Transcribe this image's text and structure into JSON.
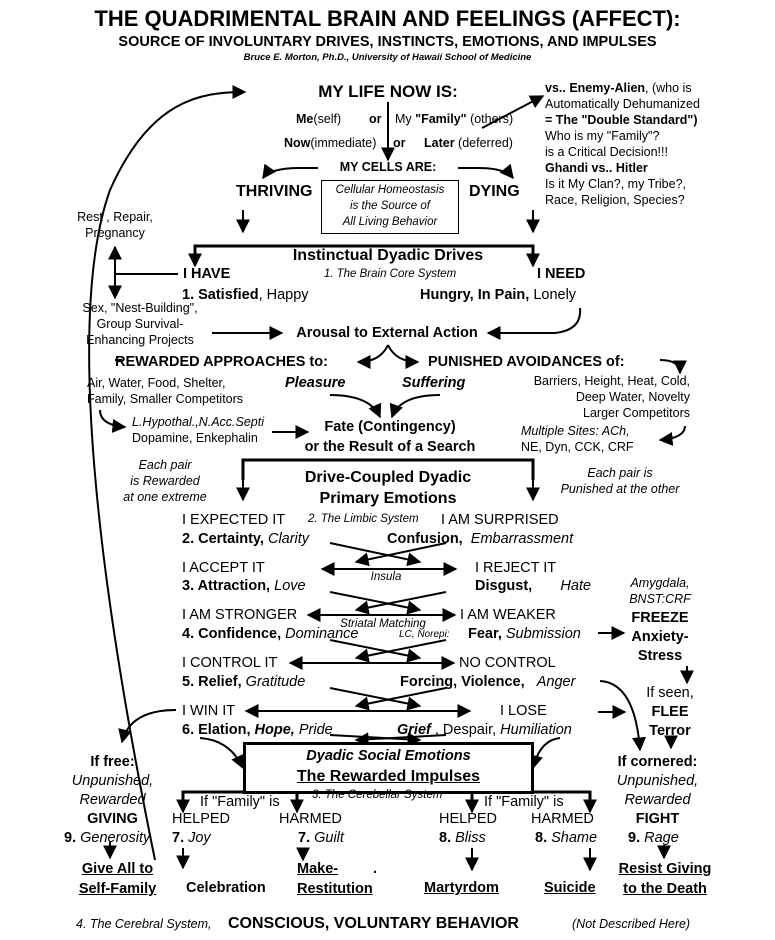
{
  "header": {
    "title": "THE QUADRIMENTAL BRAIN AND FEELINGS (AFFECT):",
    "subtitle": "SOURCE OF INVOLUNTARY DRIVES, INSTINCTS, EMOTIONS, AND IMPULSES",
    "author": "Bruce E. Morton, Ph.D., University of Hawaii School of Medicine"
  },
  "top": {
    "life_now": "MY LIFE NOW IS:",
    "me": "Me",
    "self": "(self)",
    "or1": "or",
    "my": "My ",
    "family": "\"Family\"",
    "others": " (others)",
    "now": "Now",
    "immediate": "(immediate)",
    "or2": "or",
    "later": "Later",
    "deferred": " (deferred)",
    "cells": "MY CELLS ARE:",
    "thriving": "THRIVING",
    "dying": "DYING",
    "homeo1": "Cellular Homeostasis",
    "homeo2": "is the Source of",
    "homeo3": "All Living Behavior"
  },
  "enemy": {
    "l1a": "vs.. Enemy-Alien",
    "l1b": ", (who is",
    "l2": "Automatically Dehumanized",
    "l3": "= The \"Double Standard\")",
    "l4": "Who is my \"Family\"?",
    "l5": "is a Critical Decision!!!",
    "l6": "Ghandi vs.. Hitler",
    "l7": "Is it My Clan?, my Tribe?,",
    "l8": "Race, Religion, Species?"
  },
  "drives": {
    "rest1": "Rest , Repair,",
    "rest2": "Pregnancy",
    "title": "Instinctual Dyadic Drives",
    "system": "1. The Brain Core System",
    "have": "I HAVE",
    "need": "I NEED",
    "n1": "1. Satisfied",
    "happy": ", Happy",
    "hungry": "Hungry, In Pain,",
    "lonely": " Lonely",
    "sex1": "Sex, \"Nest-Building\",",
    "sex2": "Group  Survival-",
    "sex3": "Enhancing Projects",
    "arousal": "Arousal to External Action",
    "rewarded": "REWARDED APPROACHES to:",
    "punished": "PUNISHED AVOIDANCES of:",
    "pleasure": "Pleasure",
    "suffering": "Suffering",
    "air1": "Air, Water, Food, Shelter,",
    "air2": "Family, Smaller Competitors",
    "bar1": "Barriers, Height, Heat, Cold,",
    "bar2": "Deep Water, Novelty",
    "bar3": "Larger Competitors",
    "hyp1": "L.Hypothal.,N.Acc.Septi",
    "hyp2": "Dopamine, Enkephalin",
    "fate1": "Fate (Contingency)",
    "fate2": "or the Result of a Search",
    "sites1": "Multiple Sites: ACh,",
    "sites2": "NE, Dyn, CCK, CRF",
    "pairL1": "Each pair",
    "pairL2": "is Rewarded",
    "pairL3": "at one extreme",
    "pairR1": "Each pair is",
    "pairR2": "Punished at the other"
  },
  "emotions": {
    "title1": "Drive-Coupled Dyadic",
    "title2": "Primary Emotions",
    "expected": "I EXPECTED IT",
    "limbic": "2. The Limbic System",
    "surprised": "I AM SURPRISED",
    "certainty": "2. Certainty,",
    "clarity": "Clarity",
    "confusion": "Confusion,",
    "embarrassment": "Embarrassment",
    "accept": "I ACCEPT  IT",
    "reject": "I REJECT IT",
    "insula": "Insula",
    "attraction": "3. Attraction,",
    "love": "Love",
    "disgust": "Disgust,",
    "hate": "Hate",
    "stronger": "I AM STRONGER",
    "weaker": "I AM WEAKER",
    "striatal": "Striatal Matching",
    "confidence": "4. Confidence,",
    "dominance": "Dominance",
    "lc": "LC, Norepi:",
    "fear": "Fear,",
    "submission": "Submission",
    "control": "I CONTROL IT",
    "nocontrol": "NO CONTROL",
    "relief": "5. Relief,",
    "gratitude": "Gratitude",
    "forcing": "Forcing, Violence,",
    "anger": "Anger",
    "win": "I WIN IT",
    "lose": "I LOSE",
    "elation": "6. Elation,",
    "hope": " Hope,",
    "pride": " Pride",
    "grief": "Grief",
    "despair": " , Despair,",
    "humiliation": " Humiliation",
    "amyg1": "Amygdala,",
    "amyg2": "BNST:CRF",
    "freeze": "FREEZE",
    "anxiety": "Anxiety-",
    "stress": "Stress",
    "ifseen": "If seen,",
    "flee": "FLEE",
    "terror": "Terror"
  },
  "social": {
    "title1": "Dyadic Social Emotions",
    "title2": "The Rewarded Impulses",
    "cerebellar": "3. The Cerebellar System",
    "iffam": "If \"Family\" is",
    "helped": "HELPED",
    "harmed": "HARMED",
    "joy_n": "7.",
    "joy": " Joy",
    "guilt_n": "7.",
    "guilt": " Guilt",
    "bliss_n": "8.",
    "bliss": " Bliss",
    "shame_n": "8.",
    "shame": " Shame",
    "iffree": "If free:",
    "unp": "Unpunished,",
    "rew": "Rewarded",
    "giving": "GIVING",
    "gen_n": "9.",
    "gen": " Generosity",
    "ifcorn": "If cornered:",
    "fight": "FIGHT",
    "rage_n": "9.",
    "rage": " Rage",
    "giveall1": "Give All to",
    "giveall2": "Self-Family",
    "celebration": "Celebration",
    "make1": "Make-",
    "make2": "Restitution",
    "dot": ".",
    "martyrdom": "Martyrdom",
    "suicide": "Suicide",
    "resist1": "Resist Giving",
    "resist2": "to the Death"
  },
  "footer": {
    "cerebral": "4. The Cerebral System,",
    "conscious": "CONSCIOUS, VOLUNTARY BEHAVIOR",
    "notdesc": "(Not Described Here)"
  }
}
